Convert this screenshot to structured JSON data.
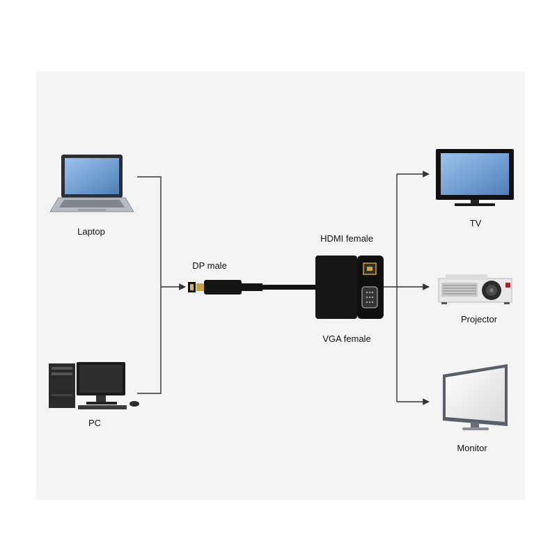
{
  "devices": {
    "laptop": "Laptop",
    "pc": "PC",
    "tv": "TV",
    "projector": "Projector",
    "monitor": "Monitor"
  },
  "connectors": {
    "dp_male": "DP male",
    "hdmi_female": "HDMI female",
    "vga_female": "VGA female"
  },
  "colors": {
    "line": "#333333",
    "cable": "#111111",
    "screen": "#7fa8d8",
    "device_body": "#9aa0a6"
  }
}
